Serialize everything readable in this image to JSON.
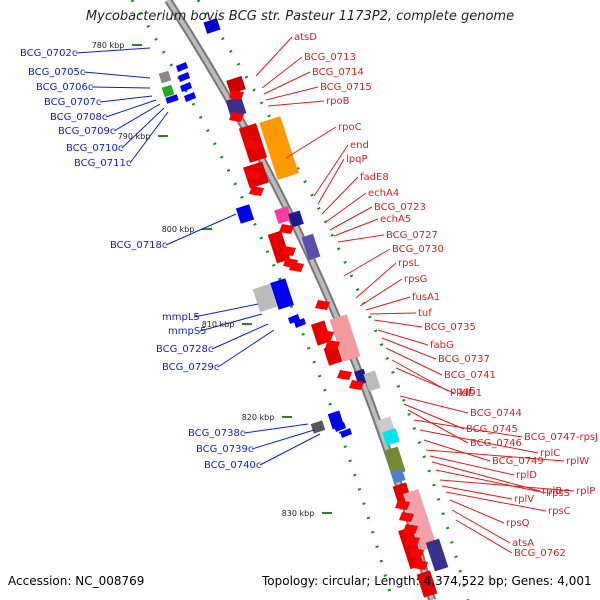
{
  "title": "Mycobacterium bovis BCG str. Pasteur 1173P2, complete genome",
  "footer": {
    "accession": "Accession: NC_008769",
    "topology": "Topology: circular; Length: 4,374,522 bp; Genes: 4,001"
  },
  "colors": {
    "forward_label": "#e31a1c",
    "reverse_label": "#0b1fd0",
    "backbone": "#999999",
    "tick": "#1f8a1f",
    "forward_gene": "#ff0000",
    "reverse_gene": "#0000ff"
  },
  "kbp_labels": [
    "780 kbp",
    "790 kbp",
    "800 kbp",
    "810 kbp",
    "820 kbp",
    "830 kbp"
  ],
  "reverse_genes": [
    "BCG_0702c",
    "BCG_0705c",
    "BCG_0706c",
    "BCG_0707c",
    "BCG_0708c",
    "BCG_0709c",
    "BCG_0710c",
    "BCG_0711c",
    "BCG_0718c",
    "mmpL5",
    "mmpS5",
    "BCG_0728c",
    "BCG_0729c",
    "BCG_0738c",
    "BCG_0739c",
    "BCG_0740c"
  ],
  "forward_genes": [
    "atsD",
    "BCG_0713",
    "BCG_0714",
    "BCG_0715",
    "rpoB",
    "rpoC",
    "end",
    "lpqP",
    "fadE8",
    "echA4",
    "BCG_0723",
    "echA5",
    "BCG_0727",
    "BCG_0730",
    "rpsL",
    "rpsG",
    "fusA1",
    "tuf",
    "BCG_0735",
    "fabG",
    "BCG_0737",
    "BCG_0741",
    "pqqE",
    "lldD1",
    "BCG_0744",
    "BCG_0745",
    "BCG_0746",
    "BCG_0747-rpsJ",
    "rplC",
    "BCG_0749",
    "rplW",
    "rplD",
    "rplB",
    "rpsS",
    "rplP",
    "rplV",
    "rpsC",
    "rpsQ",
    "atsA",
    "BCG_0762"
  ]
}
